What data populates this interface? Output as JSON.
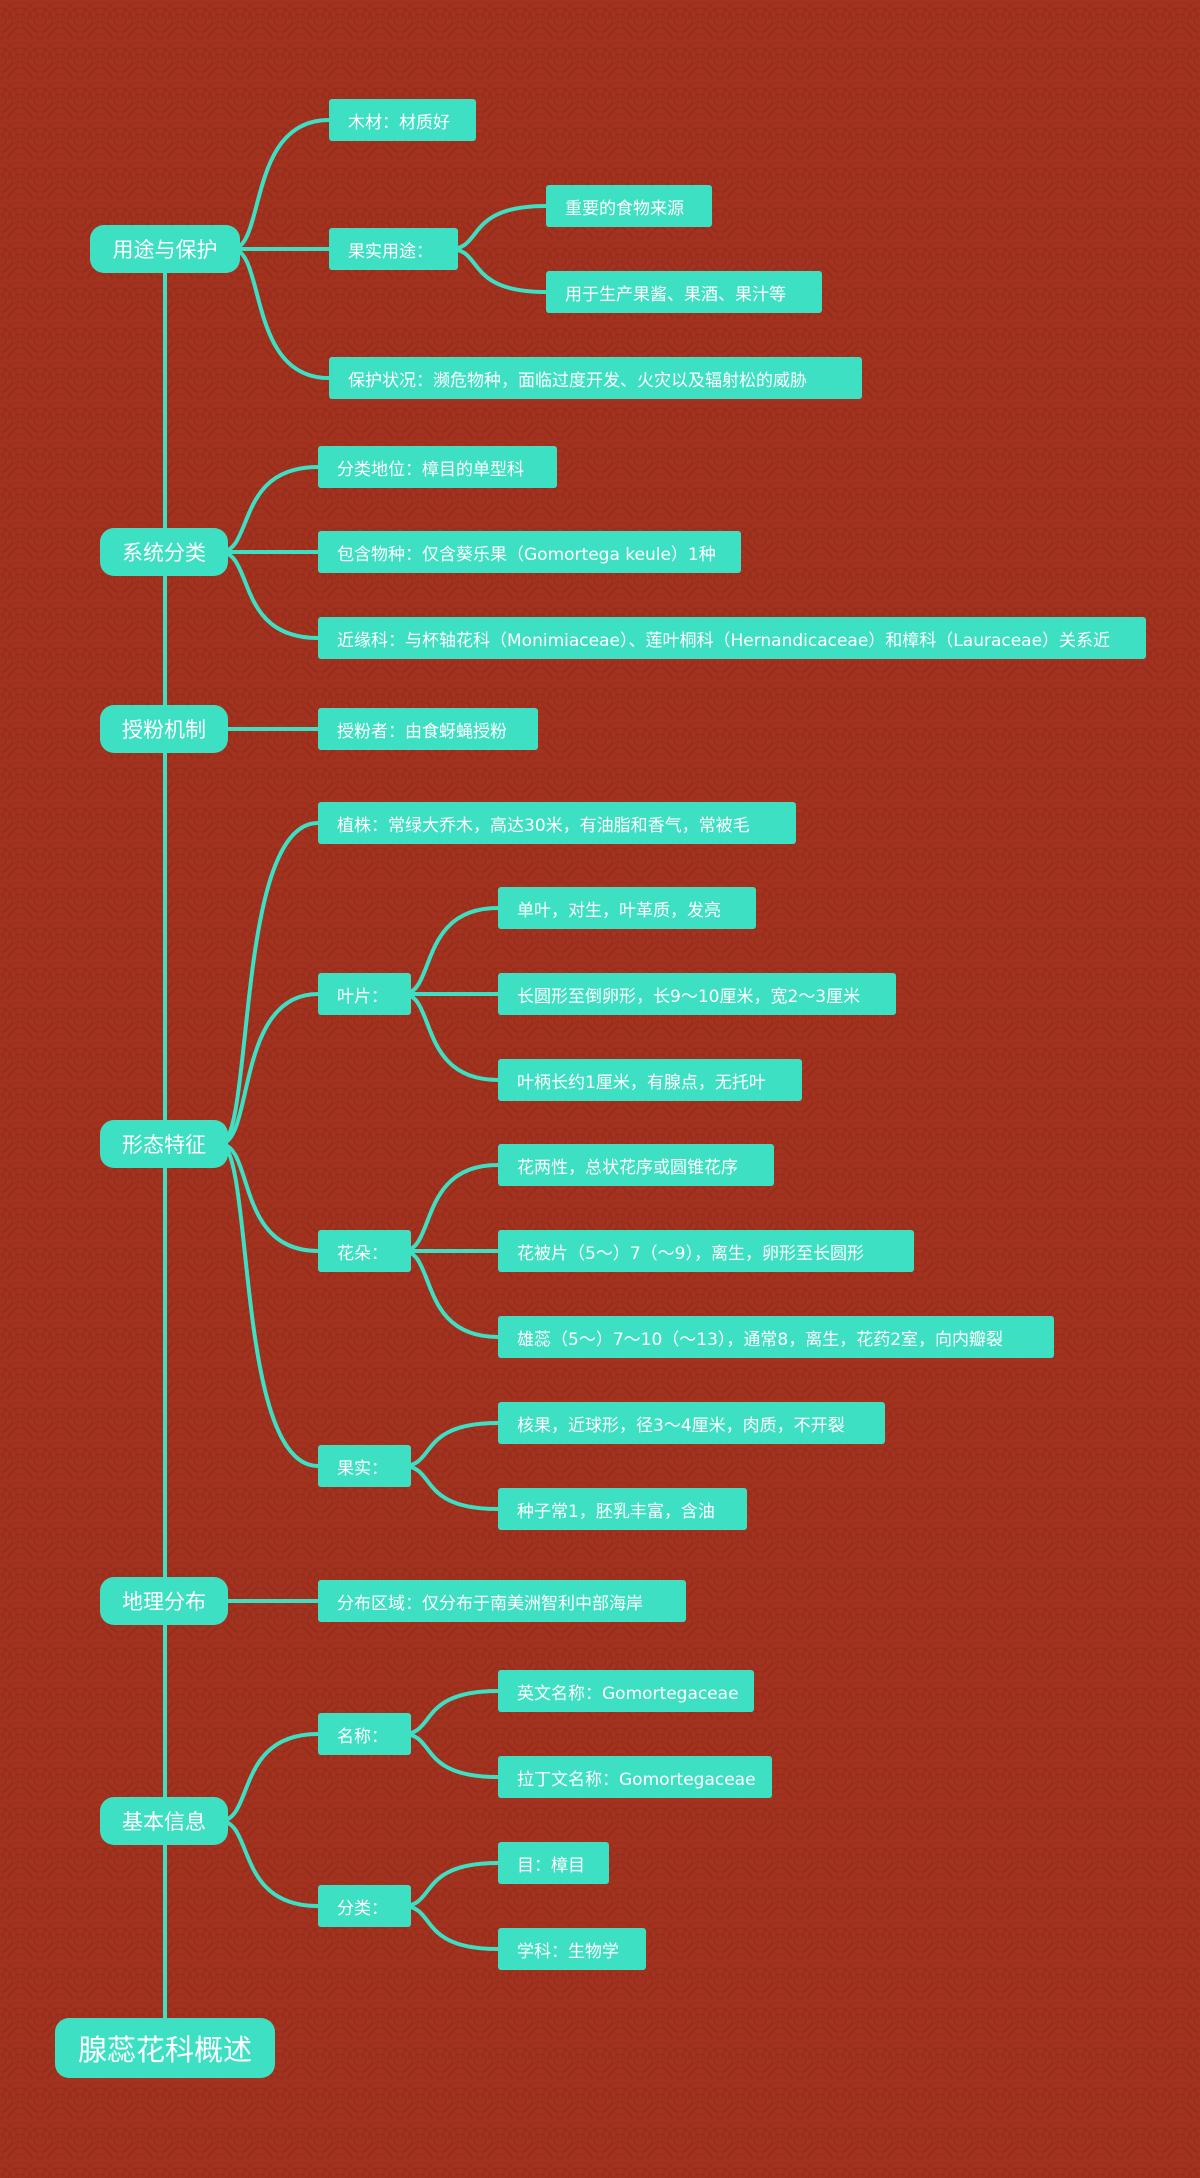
{
  "root": "腺蕊花科概述",
  "branches": {
    "uses": {
      "label": "用途与保护",
      "wood": "木材：材质好",
      "fruit": "果实用途：",
      "fruit_food": "重要的食物来源",
      "fruit_products": "用于生产果酱、果酒、果汁等",
      "status": "保护状况：濒危物种，面临过度开发、火灾以及辐射松的威胁"
    },
    "taxonomy": {
      "label": "系统分类",
      "position": "分类地位：樟目的单型科",
      "species": "包含物种：仅含葵乐果（Gomortega keule）1种",
      "related": "近缘科：与杯轴花科（Monimiaceae）、莲叶桐科（Hernandicaceae）和樟科（Lauraceae）关系近"
    },
    "pollination": {
      "label": "授粉机制",
      "pollinator": "授粉者：由食蚜蝇授粉"
    },
    "morphology": {
      "label": "形态特征",
      "plant": "植株：常绿大乔木，高达30米，有油脂和香气，常被毛",
      "leaf": "叶片：",
      "leaf_1": "单叶，对生，叶革质，发亮",
      "leaf_2": "长圆形至倒卵形，长9～10厘米，宽2～3厘米",
      "leaf_3": "叶柄长约1厘米，有腺点，无托叶",
      "flower": "花朵：",
      "flower_1": "花两性，总状花序或圆锥花序",
      "flower_2": "花被片（5～）7（～9），离生，卵形至长圆形",
      "flower_3": "雄蕊（5～）7～10（～13），通常8，离生，花药2室，向内瓣裂",
      "fruit": "果实：",
      "fruit_1": "核果，近球形，径3～4厘米，肉质，不开裂",
      "fruit_2": "种子常1，胚乳丰富，含油"
    },
    "distribution": {
      "label": "地理分布",
      "region": "分布区域：仅分布于南美洲智利中部海岸"
    },
    "basic": {
      "label": "基本信息",
      "name": "名称：",
      "name_en": "英文名称：Gomortegaceae",
      "name_la": "拉丁文名称：Gomortegaceae",
      "classification": "分类：",
      "order": "目：樟目",
      "discipline": "学科：生物学"
    }
  },
  "colors": {
    "background": "#a3321f",
    "node": "#3ee0c3",
    "edge": "#3ee0c3",
    "text": "#ffffff"
  }
}
